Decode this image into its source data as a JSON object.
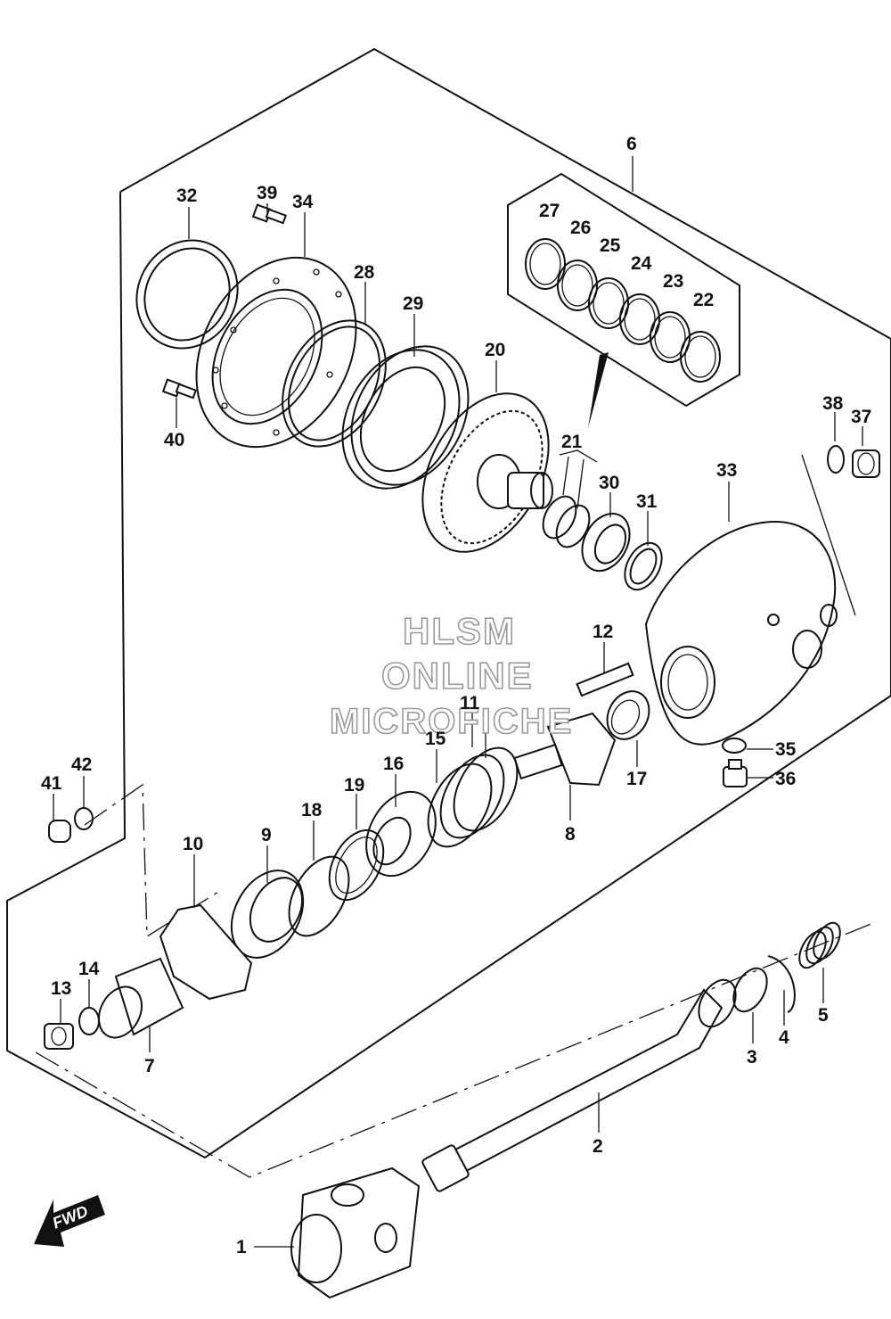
{
  "watermark": {
    "line1": "HLSM",
    "line2": "ONLINE",
    "line3": "MICROFICHE"
  },
  "fwd_label": "FWD",
  "callouts": {
    "c1": "1",
    "c2": "2",
    "c3": "3",
    "c4": "4",
    "c5": "5",
    "c6": "6",
    "c7": "7",
    "c8": "8",
    "c9": "9",
    "c10": "10",
    "c11": "11",
    "c12": "12",
    "c13": "13",
    "c14": "14",
    "c15": "15",
    "c16": "16",
    "c17": "17",
    "c18": "18",
    "c19": "19",
    "c20": "20",
    "c21": "21",
    "c22": "22",
    "c23": "23",
    "c24": "24",
    "c25": "25",
    "c26": "26",
    "c27": "27",
    "c28": "28",
    "c29": "29",
    "c30": "30",
    "c31": "31",
    "c32": "32",
    "c33": "33",
    "c34": "34",
    "c35": "35",
    "c36": "36",
    "c37": "37",
    "c38": "38",
    "c39": "39",
    "c40": "40",
    "c41": "41",
    "c42": "42"
  }
}
